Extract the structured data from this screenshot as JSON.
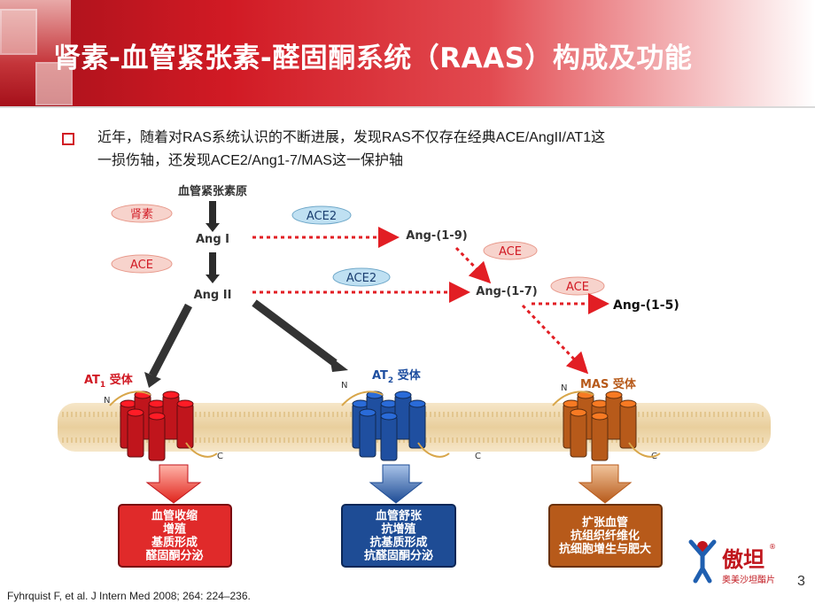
{
  "title": "肾素-血管紧张素-醛固酮系统（RAAS）构成及功能",
  "intro": {
    "line1": "近年，随着对RAS系统认识的不断进展，发现RAS不仅存在经典ACE/AngII/AT1这",
    "line2": "一损伤轴，还发现ACE2/Ang1-7/MAS这一保护轴"
  },
  "diagram": {
    "precursor": "血管紧张素原",
    "renin": "肾素",
    "ang1": "Ang I",
    "ace_left": "ACE",
    "ang2": "Ang II",
    "ace2_top": "ACE2",
    "ace2_mid": "ACE2",
    "ang19": "Ang-(1-9)",
    "ace_right": "ACE",
    "ang17": "Ang-(1-7)",
    "ace_far": "ACE",
    "ang15": "Ang-(1-5)",
    "receptors": [
      {
        "name_prefix": "AT",
        "sub": "1",
        "suffix": " 受体",
        "n": "N",
        "c": "C",
        "color": "#c0151c"
      },
      {
        "name_prefix": "AT",
        "sub": "2",
        "suffix": " 受体",
        "n": "N",
        "c": "C",
        "color": "#1f4fa0"
      },
      {
        "name_prefix": "MAS",
        "sub": "",
        "suffix": " 受体",
        "n": "N",
        "c": "C",
        "color": "#b75a1a"
      }
    ],
    "effects": [
      {
        "lines": [
          "血管收缩",
          "增殖",
          "基质形成",
          "醛固酮分泌"
        ],
        "color": "#e02a2a"
      },
      {
        "lines": [
          "血管舒张",
          "抗增殖",
          "抗基质形成",
          "抗醛固酮分泌"
        ],
        "color": "#1e4c95"
      },
      {
        "lines": [
          "扩张血管",
          "抗组织纤维化",
          "抗细胞增生与肥大"
        ],
        "color": "#b75a1a"
      }
    ]
  },
  "brand": {
    "name": "傲坦",
    "sub": "奥美沙坦酯片",
    "mark": "®",
    "color": "#c0151c"
  },
  "reference": "Fyhrquist F, et al. J Intern Med 2008; 264: 224–236.",
  "page_number": "3",
  "colors": {
    "accent_red": "#d11a24",
    "arrow_red": "#e21e24",
    "ellipse_blue": "#bfe0f2",
    "ellipse_pink": "#f7d3cc"
  }
}
